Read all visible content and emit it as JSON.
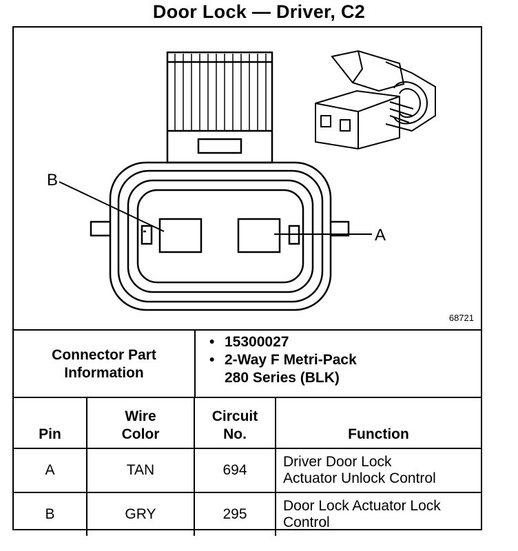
{
  "title": "Door Lock — Driver, C2",
  "figure": {
    "id": "68721",
    "pin_callouts": {
      "a": "A",
      "b": "B"
    }
  },
  "connector_info": {
    "label_line1": "Connector Part",
    "label_line2": "Information",
    "items": [
      {
        "text": "15300027"
      },
      {
        "line1": "2-Way F Metri-Pack",
        "line2": "280 Series (BLK)"
      }
    ]
  },
  "table": {
    "headers": {
      "pin": "Pin",
      "wire_color_line1": "Wire",
      "wire_color_line2": "Color",
      "circuit_line1": "Circuit",
      "circuit_line2": "No.",
      "function": "Function"
    },
    "rows": [
      {
        "pin": "A",
        "wire_color": "TAN",
        "circuit": "694",
        "function_line1": "Driver Door Lock",
        "function_line2": "Actuator Unlock Control"
      },
      {
        "pin": "B",
        "wire_color": "GRY",
        "circuit": "295",
        "function_line1": "Door Lock Actuator Lock",
        "function_line2": "Control"
      }
    ]
  }
}
